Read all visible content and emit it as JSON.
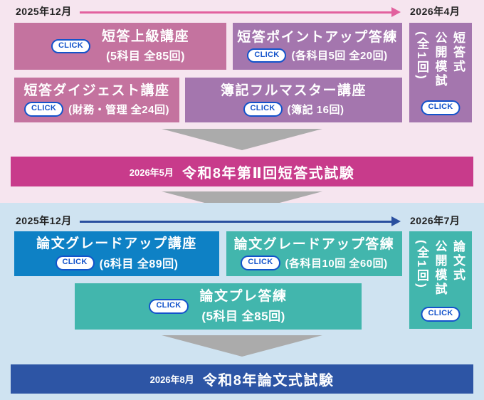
{
  "click_label": "CLICK",
  "colors": {
    "top_background": "#f6e5ef",
    "bottom_background": "#cfe3f1",
    "rose_box": "#c4739f",
    "purple_box": "#a476ae",
    "blue_box": "#0e81c5",
    "teal_box": "#42b6ad",
    "tanto_exam_banner": "#c83b8b",
    "ronbun_exam_banner": "#2d55a5",
    "timeline_top": "#e2609e",
    "timeline_bottom": "#2a4f9f",
    "arrow_gray": "#ababab",
    "click_blue": "#1353cb"
  },
  "tanto": {
    "timeline_start": "2025年12月",
    "timeline_end": "2026年4月",
    "course_jokyu": {
      "title": "短答上級講座",
      "detail": "(5科目 全85回)"
    },
    "course_pointup": {
      "title": "短答ポイントアップ答練",
      "detail": "(各科目5回 全20回)"
    },
    "course_digest": {
      "title": "短答ダイジェスト講座",
      "detail": "(財務・管理 全24回)"
    },
    "course_boki": {
      "title": "簿記フルマスター講座",
      "detail": "(簿記 16回)"
    },
    "mock": {
      "line1": "短答式",
      "line2": "公開模試",
      "line3": "(全1回)"
    },
    "exam": {
      "date": "2026年5月",
      "title": "令和8年第Ⅱ回短答式試験"
    }
  },
  "ronbun": {
    "timeline_start": "2025年12月",
    "timeline_end": "2026年7月",
    "course_gradeup": {
      "title": "論文グレードアップ講座",
      "detail": "(6科目 全89回)"
    },
    "course_gradeup_toren": {
      "title": "論文グレードアップ答練",
      "detail": "(各科目10回 全60回)"
    },
    "course_pre_toren": {
      "title": "論文プレ答練",
      "detail": "(5科目 全85回)"
    },
    "mock": {
      "line1": "論文式",
      "line2": "公開模試",
      "line3": "(全1回)"
    },
    "exam": {
      "date": "2026年8月",
      "title": "令和8年論文式試験"
    }
  }
}
